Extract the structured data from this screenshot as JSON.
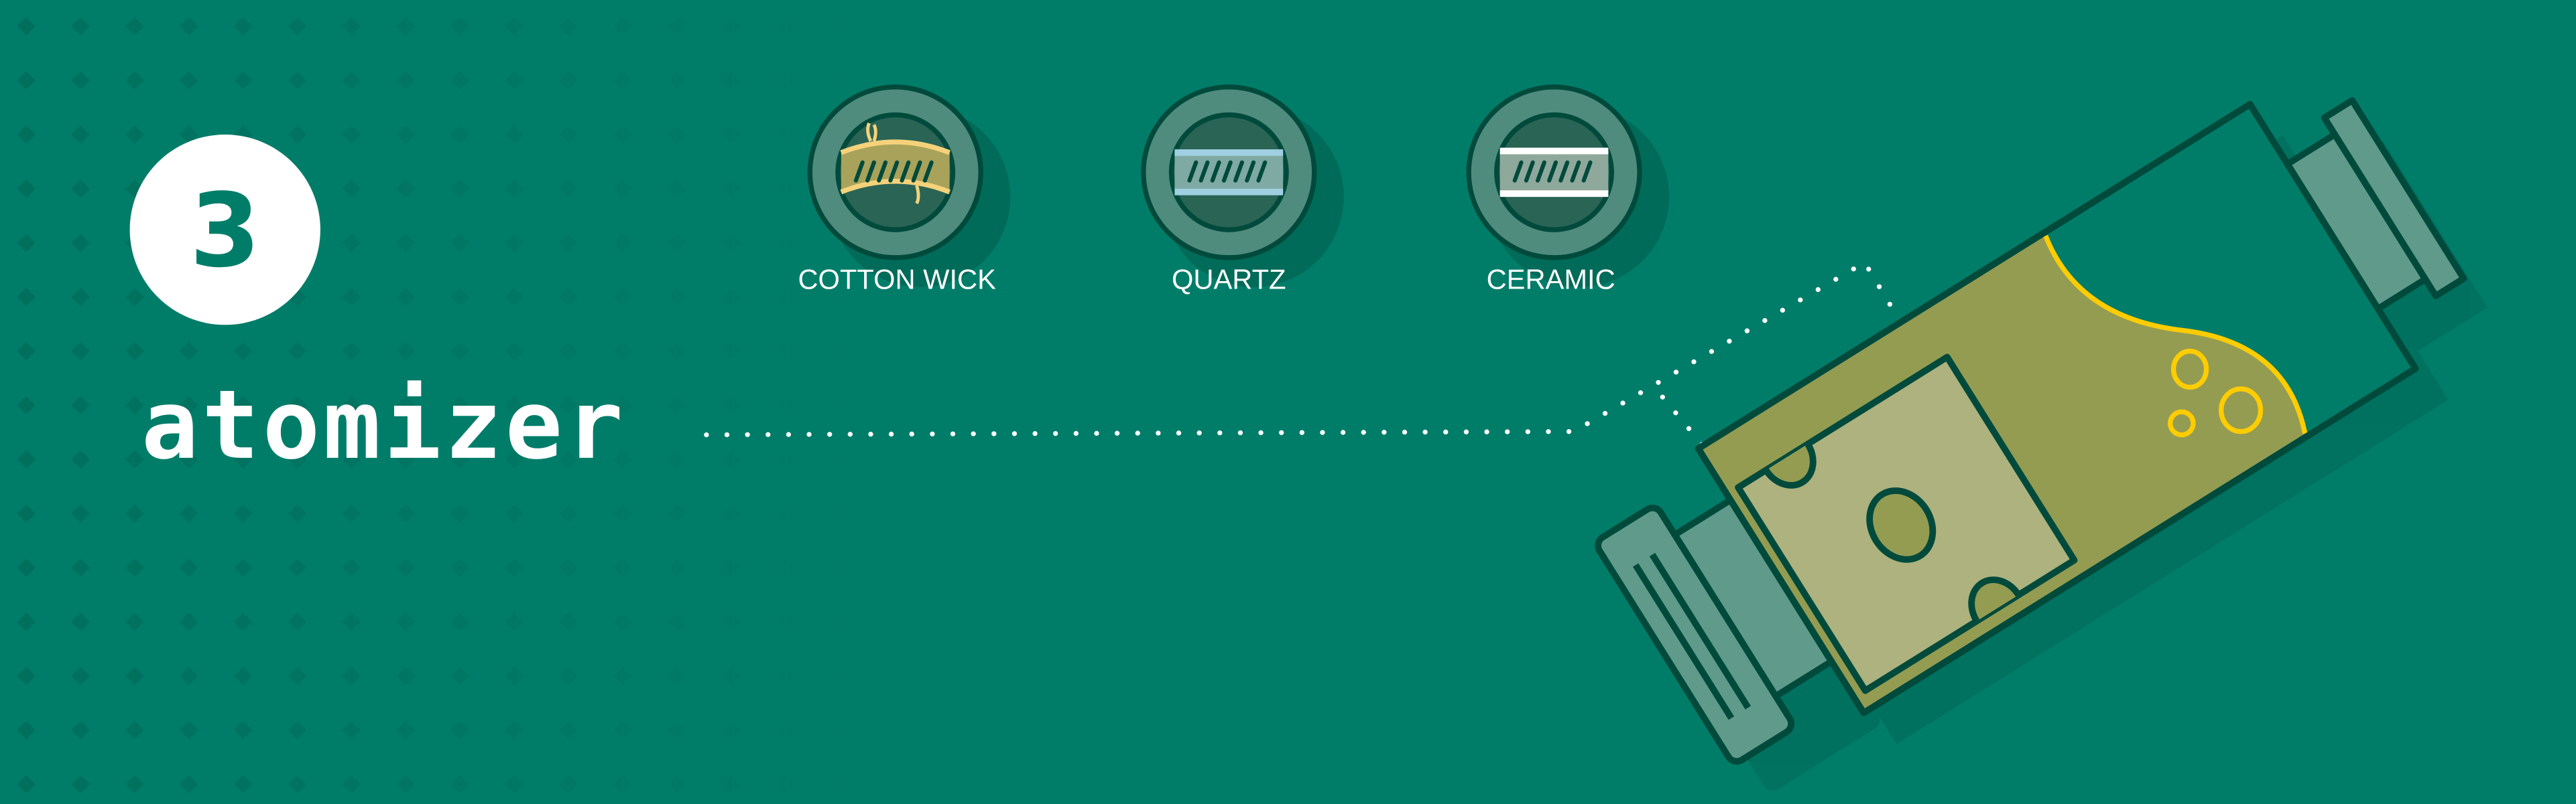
{
  "step": {
    "number": "3",
    "title": "atomizer"
  },
  "coil_types": [
    {
      "label": "COTTON WICK",
      "icon": "cotton-wick-coil-icon"
    },
    {
      "label": "QUARTZ",
      "icon": "quartz-coil-icon"
    },
    {
      "label": "CERAMIC",
      "icon": "ceramic-coil-icon"
    }
  ],
  "colors": {
    "background": "#007d69",
    "outline": "#004a3c",
    "ring": "#4f8c7d",
    "inner": "#2a6455",
    "olive": "#949c52",
    "window": "#adb27e",
    "yellow": "#ffcc00",
    "cotton": "#f5d27a",
    "quartz": "#9fcfe0",
    "ceramic": "#ffffff"
  }
}
